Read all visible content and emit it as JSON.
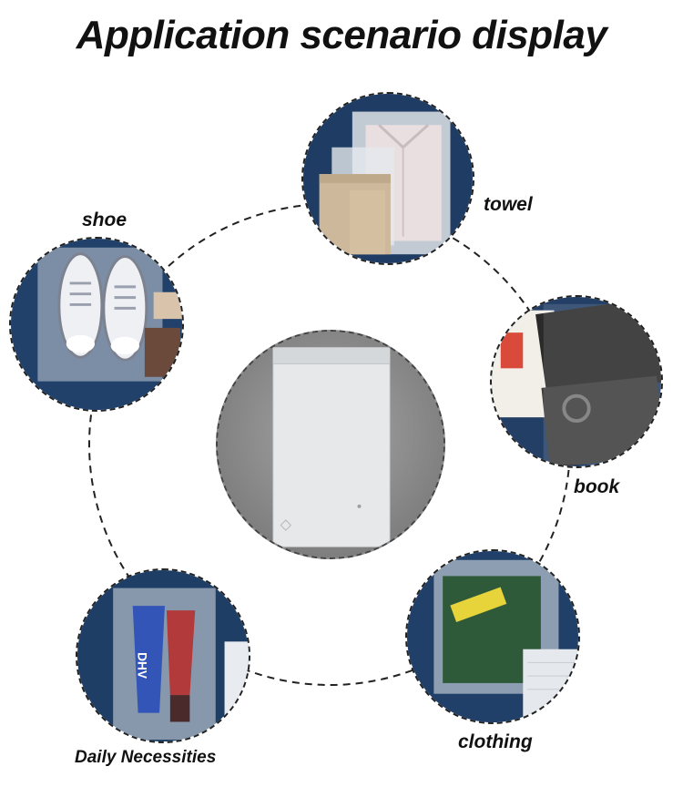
{
  "title": "Application scenario display",
  "labels": {
    "towel": "towel",
    "shoe": "shoe",
    "book": "book",
    "daily": "Daily Necessities",
    "clothing": "clothing"
  },
  "product_marks": {
    "tube_brand": "DHV"
  },
  "colors": {
    "scene_background": "#1f3f68",
    "center_background": "#8a8a8a"
  }
}
